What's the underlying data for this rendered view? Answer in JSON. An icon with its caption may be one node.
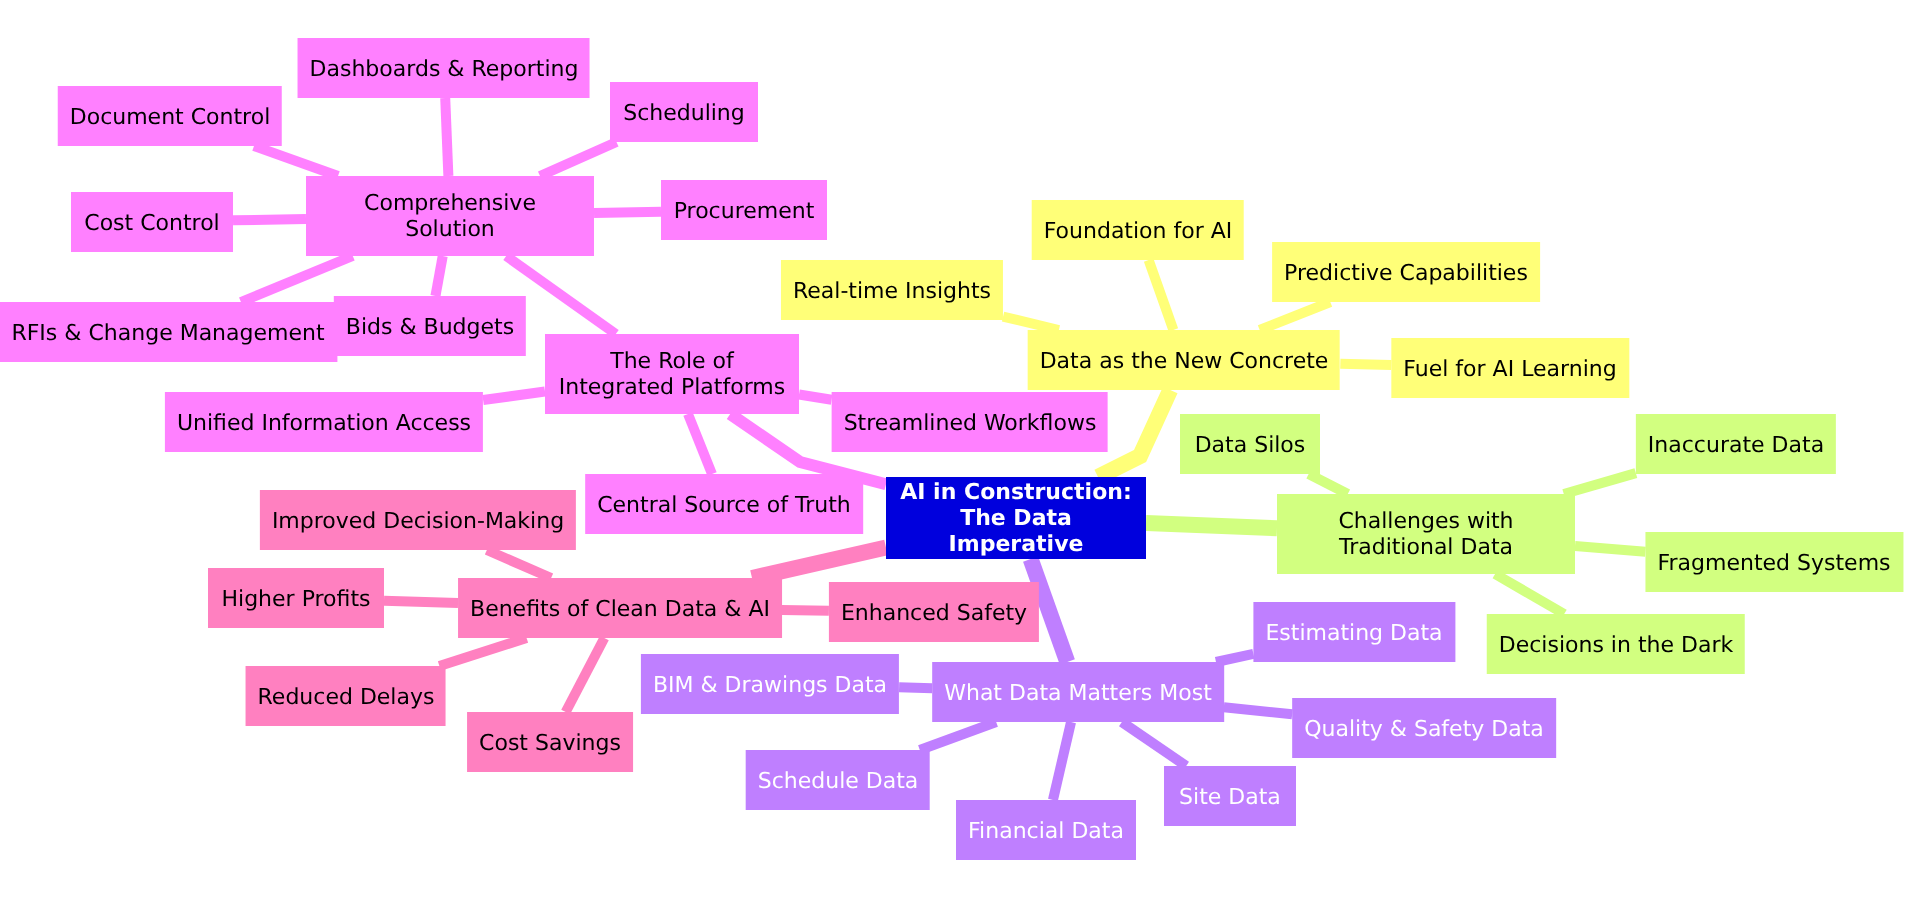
{
  "diagram": {
    "nodes": [
      {
        "text": [
          "AI in Construction: The Data Imperative"
        ]
      },
      {
        "text": [
          "Data as the New Concrete"
        ]
      },
      {
        "text": [
          "Real-time Insights"
        ]
      },
      {
        "text": [
          "Foundation for AI"
        ]
      },
      {
        "text": [
          "Predictive Capabilities"
        ]
      },
      {
        "text": [
          "Fuel for AI Learning"
        ]
      },
      {
        "text": [
          "Challenges with Traditional Data"
        ]
      },
      {
        "text": [
          "Data Silos"
        ]
      },
      {
        "text": [
          "Inaccurate Data"
        ]
      },
      {
        "text": [
          "Fragmented Systems"
        ]
      },
      {
        "text": [
          "Decisions in the Dark"
        ]
      },
      {
        "text": [
          "What Data Matters Most"
        ]
      },
      {
        "text": [
          "BIM & Drawings Data"
        ]
      },
      {
        "text": [
          "Estimating Data"
        ]
      },
      {
        "text": [
          "Quality & Safety Data"
        ]
      },
      {
        "text": [
          "Schedule Data"
        ]
      },
      {
        "text": [
          "Financial Data"
        ]
      },
      {
        "text": [
          "Site Data"
        ]
      },
      {
        "text": [
          "Benefits of Clean Data & AI"
        ]
      },
      {
        "text": [
          "Improved Decision-Making"
        ]
      },
      {
        "text": [
          "Higher Profits"
        ]
      },
      {
        "text": [
          "Enhanced Safety"
        ]
      },
      {
        "text": [
          "Reduced Delays"
        ]
      },
      {
        "text": [
          "Cost Savings"
        ]
      },
      {
        "text": [
          "The Role of Integrated Platforms"
        ]
      },
      {
        "text": [
          "Unified Information Access"
        ]
      },
      {
        "text": [
          "Streamlined Workflows"
        ]
      },
      {
        "text": [
          "Central Source of Truth"
        ]
      },
      {
        "text": [
          "Comprehensive Solution"
        ]
      },
      {
        "text": [
          "Dashboards & Reporting"
        ]
      },
      {
        "text": [
          "Document Control"
        ]
      },
      {
        "text": [
          "Scheduling"
        ]
      },
      {
        "text": [
          "Cost Control"
        ]
      },
      {
        "text": [
          "Procurement"
        ]
      },
      {
        "text": [
          "RFIs & Change Management"
        ]
      },
      {
        "text": [
          "Bids & Budgets"
        ]
      }
    ],
    "edges": [
      {
        "from": 0,
        "to": 1,
        "arrow": "none",
        "color": "#ffff78"
      },
      {
        "from": 1,
        "to": 2,
        "arrow": "none",
        "color": "#ffff78"
      },
      {
        "from": 1,
        "to": 3,
        "arrow": "none",
        "color": "#ffff78"
      },
      {
        "from": 1,
        "to": 4,
        "arrow": "none",
        "color": "#ffff78"
      },
      {
        "from": 1,
        "to": 5,
        "arrow": "none",
        "color": "#ffff78"
      },
      {
        "from": 0,
        "to": 6,
        "arrow": "none",
        "color": "#d2ff80"
      },
      {
        "from": 6,
        "to": 7,
        "arrow": "none",
        "color": "#d2ff80"
      },
      {
        "from": 6,
        "to": 8,
        "arrow": "none",
        "color": "#d2ff80"
      },
      {
        "from": 6,
        "to": 9,
        "arrow": "none",
        "color": "#d2ff80"
      },
      {
        "from": 6,
        "to": 10,
        "arrow": "none",
        "color": "#d2ff80"
      },
      {
        "from": 0,
        "to": 11,
        "arrow": "none",
        "color": "#bf7fff"
      },
      {
        "from": 11,
        "to": 12,
        "arrow": "none",
        "color": "#bf7fff"
      },
      {
        "from": 11,
        "to": 13,
        "arrow": "none",
        "color": "#bf7fff"
      },
      {
        "from": 11,
        "to": 14,
        "arrow": "none",
        "color": "#bf7fff"
      },
      {
        "from": 11,
        "to": 15,
        "arrow": "none",
        "color": "#bf7fff"
      },
      {
        "from": 11,
        "to": 16,
        "arrow": "none",
        "color": "#bf7fff"
      },
      {
        "from": 11,
        "to": 17,
        "arrow": "none",
        "color": "#bf7fff"
      },
      {
        "from": 0,
        "to": 18,
        "arrow": "none",
        "color": "#ff80c0"
      },
      {
        "from": 18,
        "to": 19,
        "arrow": "none",
        "color": "#ff80c0"
      },
      {
        "from": 18,
        "to": 20,
        "arrow": "none",
        "color": "#ff80c0"
      },
      {
        "from": 18,
        "to": 21,
        "arrow": "none",
        "color": "#ff80c0"
      },
      {
        "from": 18,
        "to": 22,
        "arrow": "none",
        "color": "#ff80c0"
      },
      {
        "from": 18,
        "to": 23,
        "arrow": "none",
        "color": "#ff80c0"
      },
      {
        "from": 0,
        "to": 24,
        "arrow": "none",
        "color": "#ff80ff"
      },
      {
        "from": 24,
        "to": 25,
        "arrow": "none",
        "color": "#ff80ff"
      },
      {
        "from": 24,
        "to": 26,
        "arrow": "none",
        "color": "#ff80ff"
      },
      {
        "from": 24,
        "to": 27,
        "arrow": "none",
        "color": "#ff80ff"
      },
      {
        "from": 24,
        "to": 28,
        "arrow": "none",
        "color": "#ff80ff"
      },
      {
        "from": 28,
        "to": 29,
        "arrow": "none",
        "color": "#ff80ff"
      },
      {
        "from": 28,
        "to": 30,
        "arrow": "none",
        "color": "#ff80ff"
      },
      {
        "from": 28,
        "to": 31,
        "arrow": "none",
        "color": "#ff80ff"
      },
      {
        "from": 28,
        "to": 32,
        "arrow": "none",
        "color": "#ff80ff"
      },
      {
        "from": 28,
        "to": 33,
        "arrow": "none",
        "color": "#ff80ff"
      },
      {
        "from": 28,
        "to": 34,
        "arrow": "none",
        "color": "#ff80ff"
      },
      {
        "from": 28,
        "to": 35,
        "arrow": "none",
        "color": "#ff80ff"
      }
    ]
  }
}
